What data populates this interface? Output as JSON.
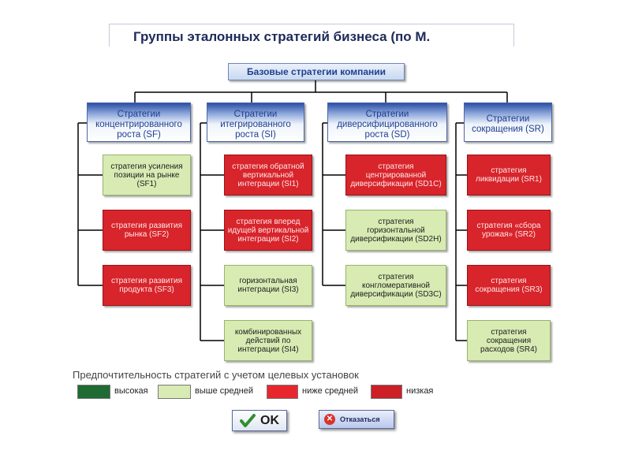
{
  "title": "Группы эталонных стратегий бизнеса (по М.",
  "root": {
    "label": "Базовые стратегии компании"
  },
  "groups": [
    {
      "header": "Стратегии концентрированного роста (SF)",
      "items": [
        {
          "label": "стратегия усиления позиции на рынке (SF1)",
          "level": "выше средней"
        },
        {
          "label": "стратегия развития рынка (SF2)",
          "level": "ниже средней"
        },
        {
          "label": "стратегия развития продукта (SF3)",
          "level": "ниже средней"
        }
      ]
    },
    {
      "header": "Стратегии итегрированного роста (SI)",
      "items": [
        {
          "label": "стратегия обратной вертикальной интеграции (SI1)",
          "level": "ниже средней"
        },
        {
          "label": "стратегия вперед идущей вертикальной интеграции (SI2)",
          "level": "ниже средней"
        },
        {
          "label": "горизонтальная интеграции (SI3)",
          "level": "выше средней"
        },
        {
          "label": "комбинированных действий по интеграции (SI4)",
          "level": "выше средней"
        }
      ]
    },
    {
      "header": "Стратегии диверсифицированного роста (SD)",
      "items": [
        {
          "label": "стратегия центрированной диверсификации (SD1C)",
          "level": "ниже средней"
        },
        {
          "label": "стратегия горизонтальной диверсификации (SD2H)",
          "level": "выше средней"
        },
        {
          "label": "стратегия конгломеративной диверсификации (SD3C)",
          "level": "выше средней"
        }
      ]
    },
    {
      "header": "Стратегии сокращения (SR)",
      "items": [
        {
          "label": "стратегия ликвидации (SR1)",
          "level": "ниже средней"
        },
        {
          "label": "стратегия «сбора урожая» (SR2)",
          "level": "ниже средней"
        },
        {
          "label": "стратегия сокращения (SR3)",
          "level": "ниже средней"
        },
        {
          "label": "стратегия сокращения расходов (SR4)",
          "level": "выше средней"
        }
      ]
    }
  ],
  "legend": {
    "title": "Предпочтительность стратегий с учетом целевых установок",
    "items": [
      {
        "label": "высокая",
        "color": "#1f6b33"
      },
      {
        "label": "выше средней",
        "color": "#d8ebb3"
      },
      {
        "label": "ниже средней",
        "color": "#e8262d"
      },
      {
        "label": "низкая",
        "color": "#cc1f26"
      }
    ]
  },
  "buttons": {
    "ok": "OK",
    "cancel": "Отказаться"
  },
  "icons": {
    "ok": "checkmark-icon",
    "cancel": "cancel-icon"
  }
}
